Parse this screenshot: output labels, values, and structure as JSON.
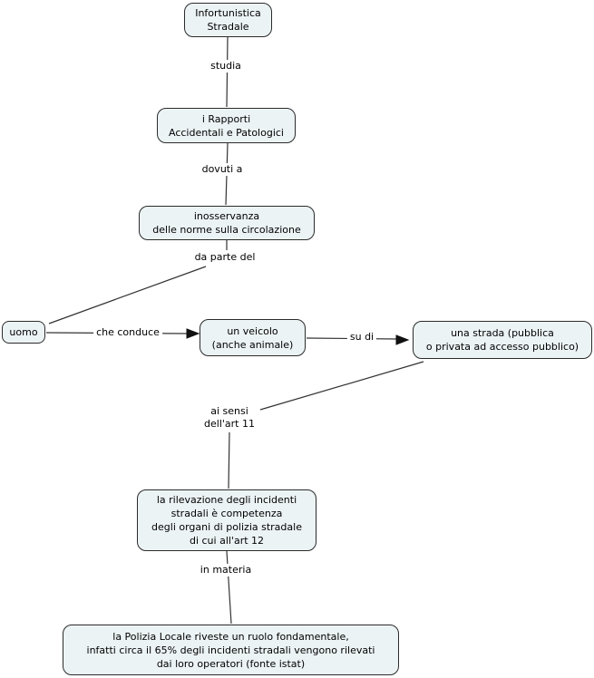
{
  "diagram": {
    "title": "Infortunistica Stradale concept map",
    "colors": {
      "node_fill": "#ecf3f5",
      "node_border": "#2b2b2b",
      "line": "#333333",
      "background": "#ffffff",
      "text": "#000000"
    },
    "nodes": {
      "infortunistica": {
        "text": "Infortunistica\nStradale"
      },
      "rapporti": {
        "text": "i Rapporti\nAccidentali e Patologici"
      },
      "inosservanza": {
        "text": "inosservanza\ndelle norme sulla circolazione"
      },
      "uomo": {
        "text": "uomo"
      },
      "veicolo": {
        "text": "un veicolo\n(anche animale)"
      },
      "strada": {
        "text": "una strada (pubblica\no privata ad accesso pubblico)"
      },
      "rilevazione": {
        "text": "la rilevazione degli incidenti\nstradali è competenza\ndegli organi di polizia stradale\ndi cui all'art 12"
      },
      "polizia": {
        "text": "la Polizia Locale riveste un ruolo fondamentale,\ninfatti circa il 65% degli incidenti stradali vengono rilevati\ndai loro operatori (fonte istat)"
      }
    },
    "links": {
      "studia": {
        "label": "studia"
      },
      "dovuti_a": {
        "label": "dovuti a"
      },
      "da_parte_del": {
        "label": "da parte del"
      },
      "che_conduce": {
        "label": "che conduce"
      },
      "su_di": {
        "label": "su di"
      },
      "ai_sensi": {
        "label": "ai sensi\ndell'art 11"
      },
      "in_materia": {
        "label": "in materia"
      }
    }
  }
}
